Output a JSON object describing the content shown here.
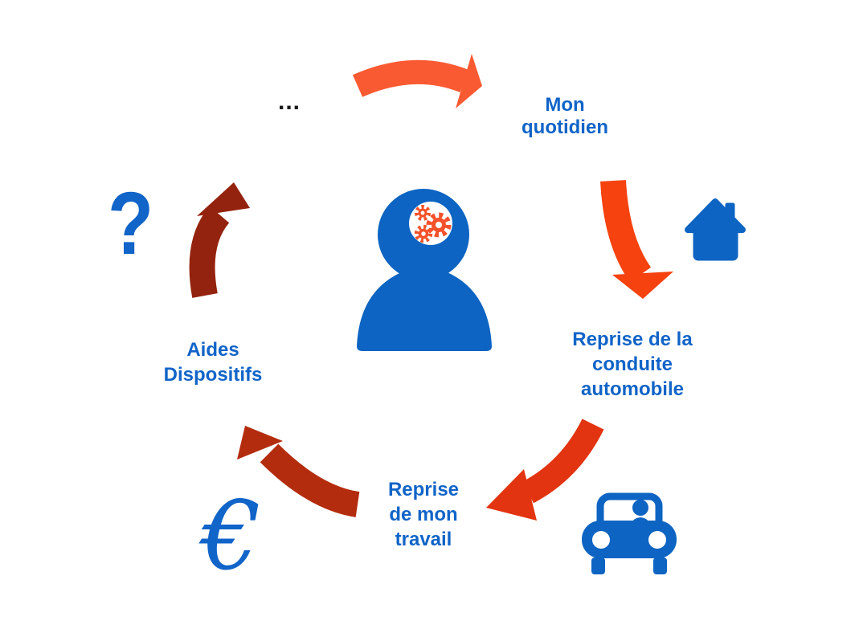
{
  "colors": {
    "background": "#ffffff",
    "blue": "#0d64c2",
    "text_blue": "#1164c8",
    "gear_orange": "#f4522a",
    "arrow_top": "#fa5a31",
    "arrow_right": "#f5420f",
    "arrow_bottom_right": "#e23410",
    "arrow_bottom_left": "#b32c0e",
    "arrow_upper_left": "#93230e",
    "ellipsis_color": "#1a1a1a",
    "white": "#ffffff"
  },
  "icons": {
    "center": "person-with-gears",
    "right": "house",
    "bottom_right": "car"
  },
  "labels": {
    "ellipsis": "...",
    "question_mark": "?",
    "euro": "€",
    "mon_quotidien": [
      "Mon",
      "quotidien"
    ],
    "reprise_conduite": [
      "Reprise de la",
      "conduite",
      "automobile"
    ],
    "reprise_travail": [
      "Reprise",
      "de mon",
      "travail"
    ],
    "aides_dispositifs": [
      "Aides",
      "Dispositifs"
    ]
  }
}
